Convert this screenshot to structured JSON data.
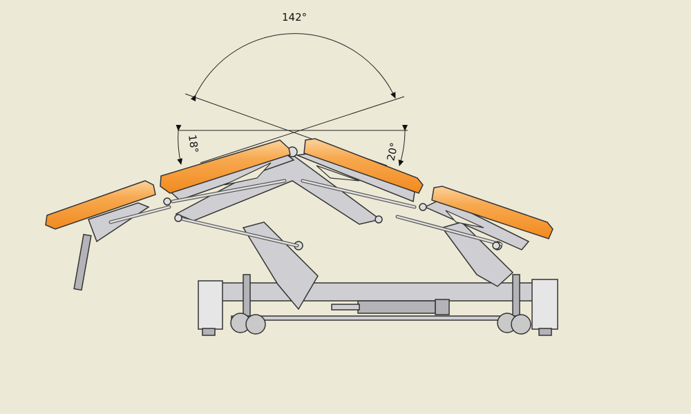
{
  "diagram": {
    "angles": {
      "top_angle": "142°",
      "left_angle": "18°",
      "right_angle": "20°"
    },
    "colors": {
      "background": "#ece9d6",
      "cushion": "#f59b3a",
      "cushion_light": "#fbd29b",
      "frame": "#cfcfd3",
      "outline": "#333333"
    }
  }
}
